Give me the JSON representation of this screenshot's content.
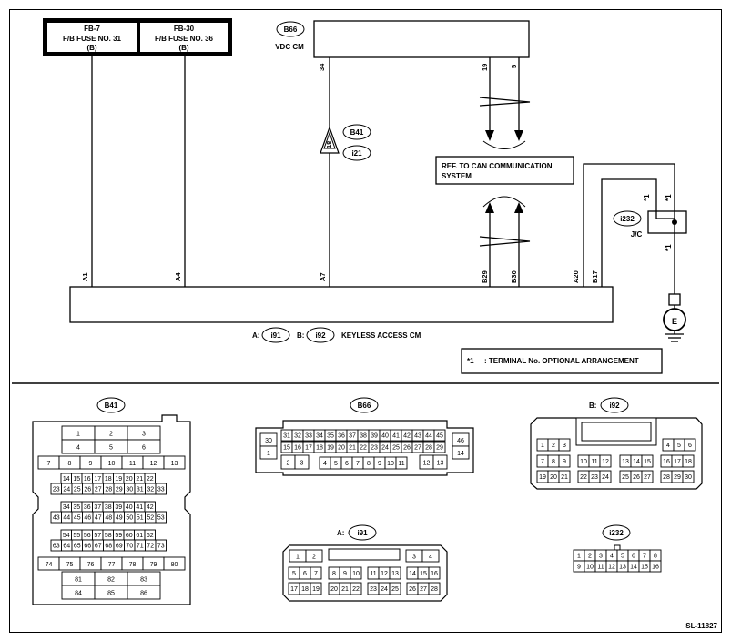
{
  "fuses": [
    {
      "line1": "FB-7",
      "line2": "F/B FUSE NO. 31",
      "line3": "(B)"
    },
    {
      "line1": "FB-30",
      "line2": "F/B FUSE NO. 36",
      "line3": "(B)"
    }
  ],
  "vdc": {
    "connector": "B66",
    "name": "VDC CM",
    "pins": [
      "34",
      "19",
      "5"
    ]
  },
  "inline_conn": {
    "upper": "B41",
    "lower": "i21",
    "pin": "18"
  },
  "can_ref": {
    "line1": "REF. TO CAN COMMUNICATION",
    "line2": "SYSTEM"
  },
  "jc": {
    "connector": "i232",
    "name": "J/C",
    "note_marks": [
      "*1",
      "*1",
      "*1"
    ]
  },
  "ground": {
    "symbol": "E"
  },
  "keyless": {
    "pins": [
      "A1",
      "A4",
      "A7",
      "B29",
      "B30",
      "A20",
      "B17"
    ],
    "a_prefix": "A:",
    "a_conn": "i91",
    "b_prefix": "B:",
    "b_conn": "i92",
    "name": "KEYLESS ACCESS CM"
  },
  "note": {
    "mark": "*1",
    "text": ": TERMINAL No. OPTIONAL ARRANGEMENT"
  },
  "connectors": {
    "b41": {
      "title": "B41",
      "rows": [
        [
          "1",
          "2",
          "3"
        ],
        [
          "4",
          "5",
          "6"
        ],
        [
          "7",
          "8",
          "9",
          "10",
          "11",
          "12",
          "13"
        ],
        [
          "14",
          "15",
          "16",
          "17",
          "18",
          "19",
          "20",
          "21",
          "22"
        ],
        [
          "23",
          "24",
          "25",
          "26",
          "27",
          "28",
          "29",
          "30",
          "31",
          "32",
          "33"
        ],
        [
          "34",
          "35",
          "36",
          "37",
          "38",
          "39",
          "40",
          "41",
          "42"
        ],
        [
          "43",
          "44",
          "45",
          "46",
          "47",
          "48",
          "49",
          "50",
          "51",
          "52",
          "53"
        ],
        [
          "54",
          "55",
          "56",
          "57",
          "58",
          "59",
          "60",
          "61",
          "62"
        ],
        [
          "63",
          "64",
          "65",
          "66",
          "67",
          "68",
          "69",
          "70",
          "71",
          "72",
          "73"
        ],
        [
          "74",
          "75",
          "76",
          "77",
          "78",
          "79",
          "80"
        ],
        [
          "81",
          "82",
          "83"
        ],
        [
          "84",
          "85",
          "86"
        ]
      ]
    },
    "b66": {
      "title": "B66",
      "rows": [
        [
          "31",
          "32",
          "33",
          "34",
          "35",
          "36",
          "37",
          "38",
          "39",
          "40",
          "41",
          "42",
          "43",
          "44",
          "45"
        ],
        [
          "15",
          "16",
          "17",
          "18",
          "19",
          "20",
          "21",
          "22",
          "23",
          "24",
          "25",
          "26",
          "27",
          "28",
          "29"
        ],
        [
          "4",
          "5",
          "6",
          "7",
          "8",
          "9",
          "10",
          "11"
        ]
      ],
      "left_top": [
        "30",
        "1"
      ],
      "left_bottom": [
        "2",
        "3"
      ],
      "right_top": [
        "46",
        "14"
      ],
      "right_bottom": [
        "12",
        "13"
      ]
    },
    "i92": {
      "title": "i92",
      "prefix": "B:",
      "rows": [
        [
          "1",
          "2",
          "3"
        ],
        [
          "4",
          "5",
          "6"
        ],
        [
          "7",
          "8",
          "9"
        ],
        [
          "10",
          "11",
          "12"
        ],
        [
          "13",
          "14",
          "15"
        ],
        [
          "16",
          "17",
          "18"
        ],
        [
          "19",
          "20",
          "21"
        ],
        [
          "22",
          "23",
          "24"
        ],
        [
          "25",
          "26",
          "27"
        ],
        [
          "28",
          "29",
          "30"
        ]
      ]
    },
    "i91": {
      "title": "i91",
      "prefix": "A:",
      "rows": [
        [
          "1",
          "2"
        ],
        [
          "3",
          "4"
        ],
        [
          "5",
          "6",
          "7"
        ],
        [
          "8",
          "9",
          "10"
        ],
        [
          "11",
          "12",
          "13"
        ],
        [
          "14",
          "15",
          "16"
        ],
        [
          "17",
          "18",
          "19"
        ],
        [
          "20",
          "21",
          "22"
        ],
        [
          "23",
          "24",
          "25"
        ],
        [
          "26",
          "27",
          "28"
        ]
      ]
    },
    "i232": {
      "title": "i232",
      "rows": [
        [
          "1",
          "2",
          "3",
          "4",
          "5",
          "6",
          "7",
          "8"
        ],
        [
          "9",
          "10",
          "11",
          "12",
          "13",
          "14",
          "15",
          "16"
        ]
      ]
    }
  },
  "figure_id": "SL-11827"
}
